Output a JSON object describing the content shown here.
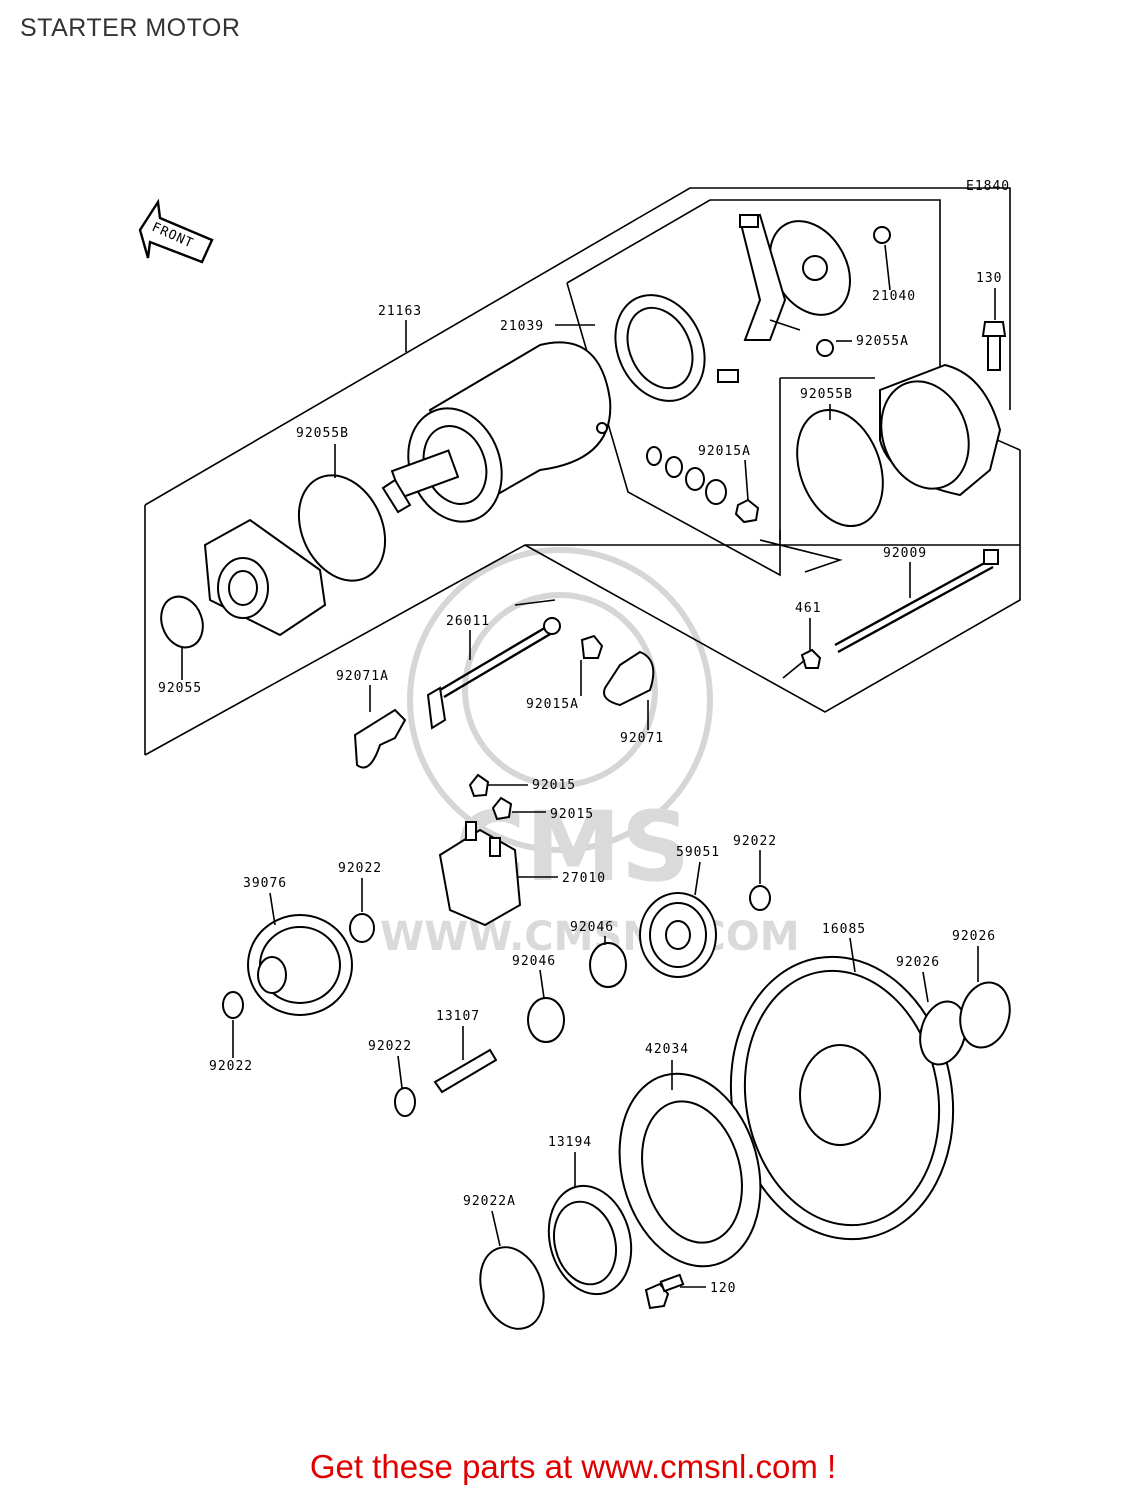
{
  "page": {
    "title": "STARTER MOTOR"
  },
  "diagram": {
    "code": "E1840",
    "front_label": "FRONT",
    "watermark": {
      "brand": "CMS",
      "url": "WWW.CMSNL.COM"
    },
    "parts": [
      "21163",
      "21039",
      "21040",
      "130",
      "92055A",
      "92055B",
      "92055B",
      "92015A",
      "92009",
      "461",
      "92055",
      "26011",
      "92071A",
      "92015A",
      "92071",
      "92015",
      "92015",
      "27010",
      "59051",
      "92022",
      "39076",
      "92022",
      "92046",
      "92046",
      "16085",
      "92026",
      "92026",
      "92022",
      "13107",
      "92022",
      "42034",
      "13194",
      "92022A",
      "120"
    ]
  },
  "footer": {
    "text": "Get these parts at www.cmsnl.com !"
  }
}
